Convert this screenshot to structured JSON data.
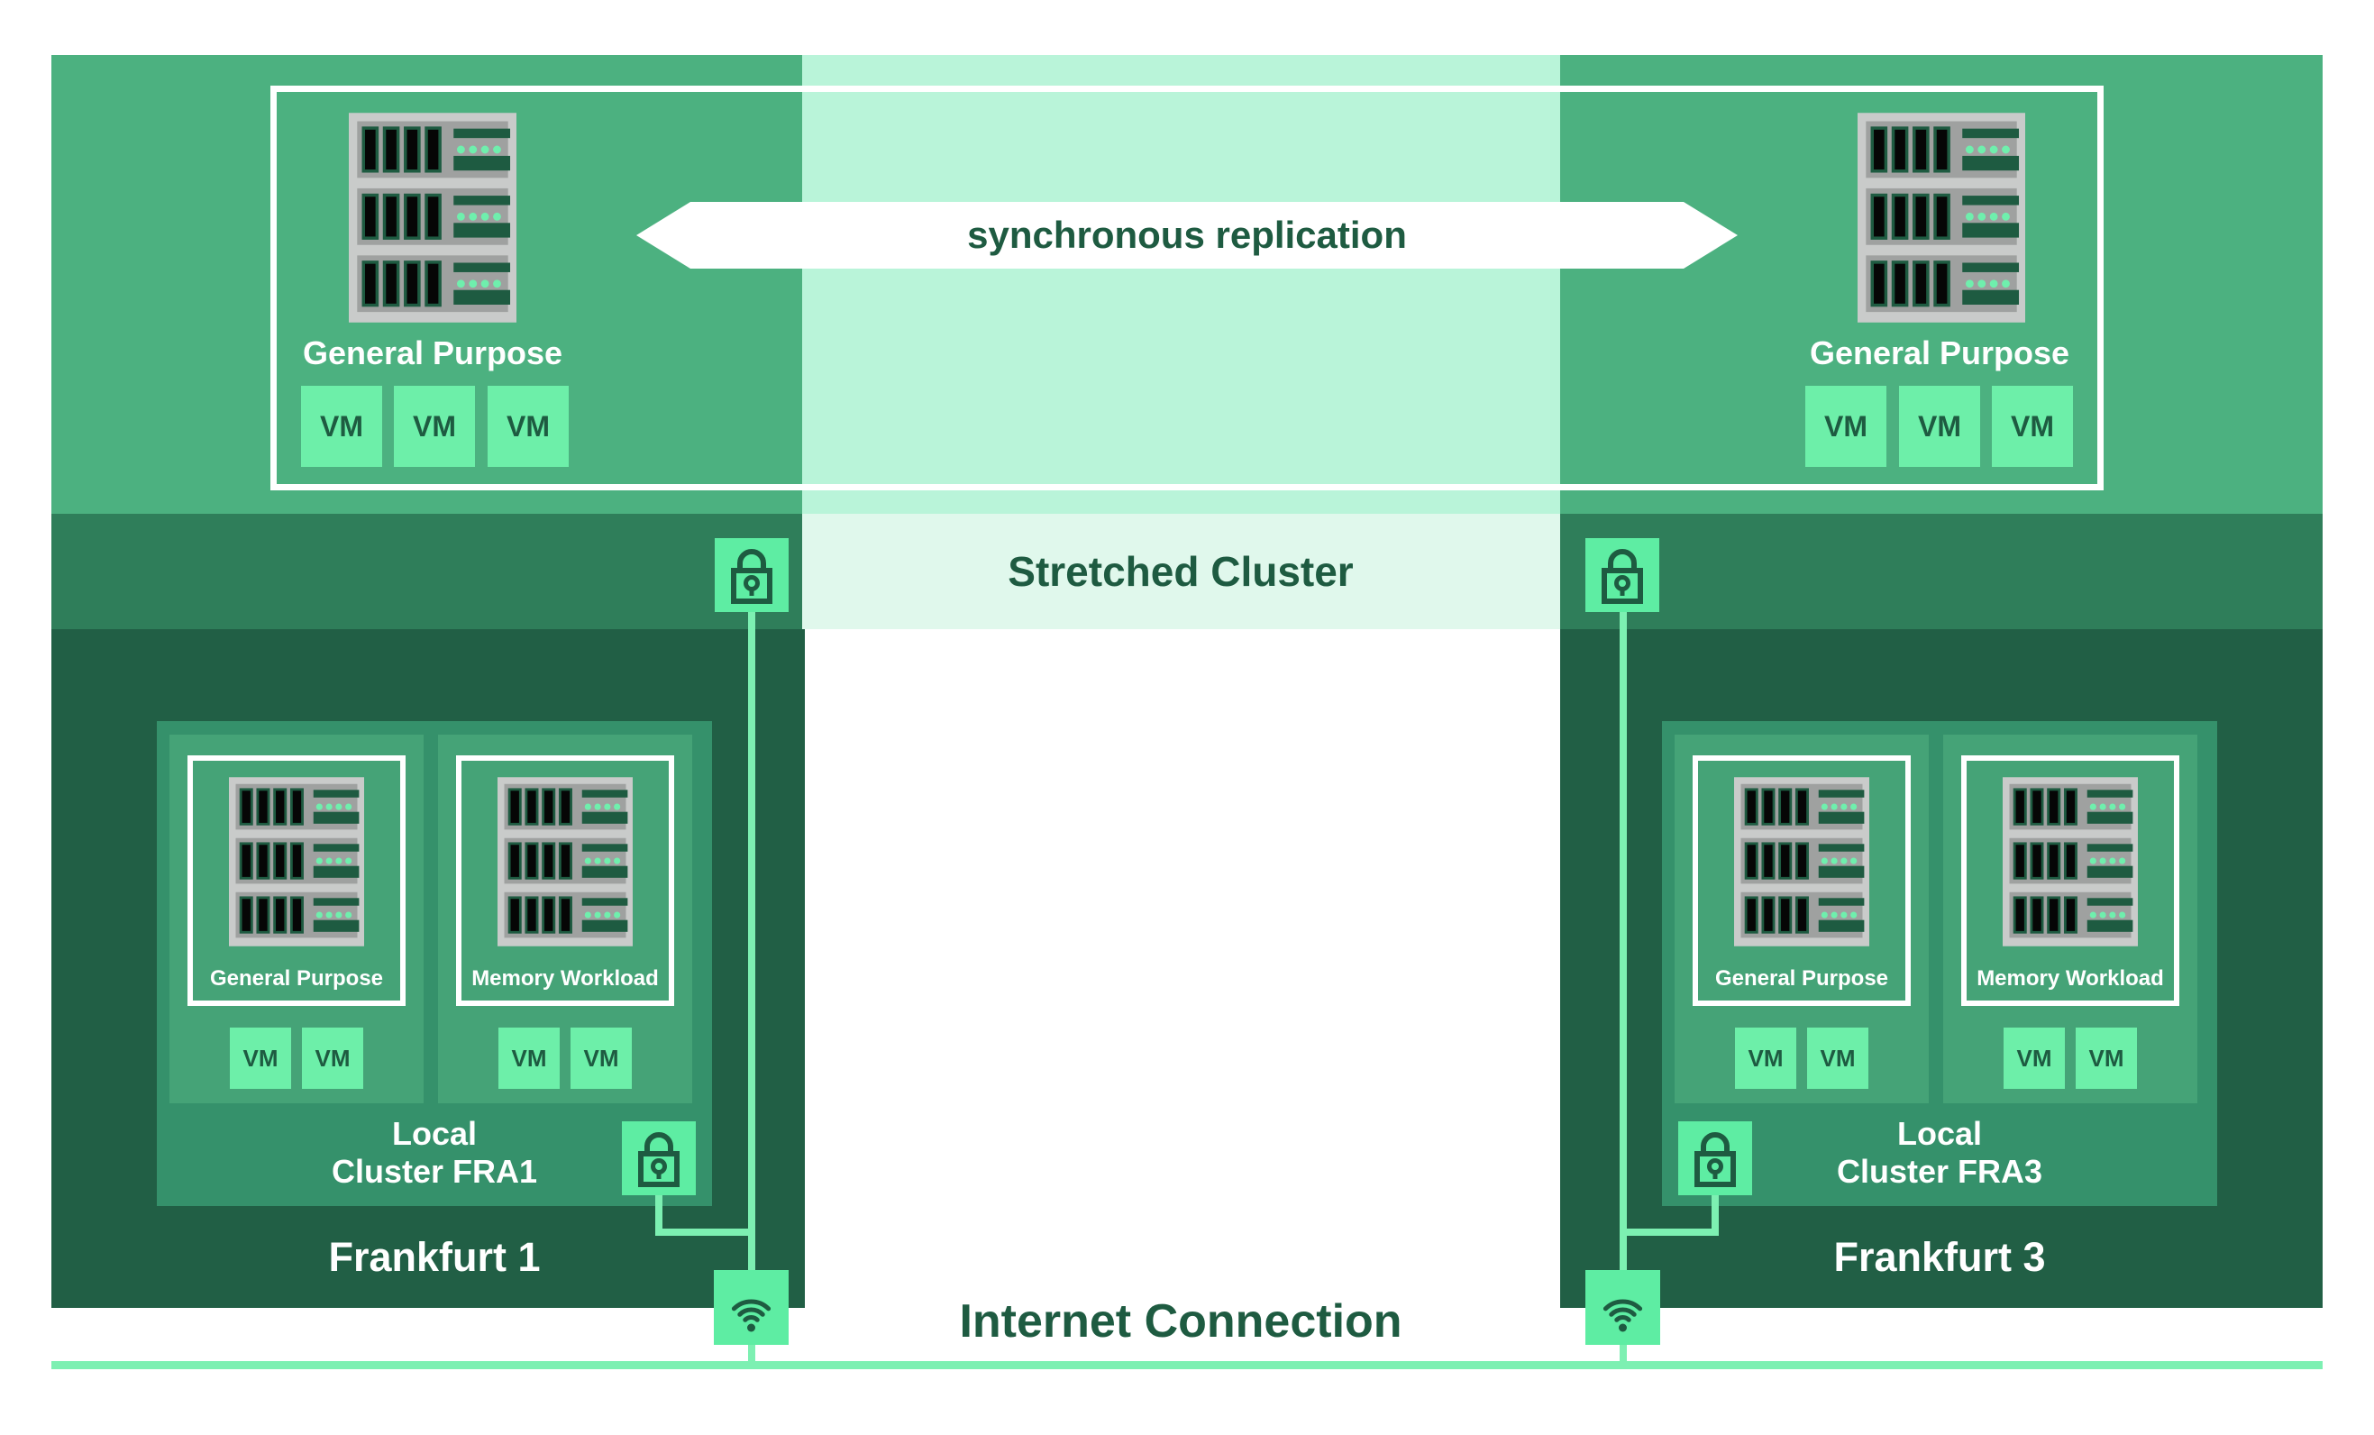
{
  "colors": {
    "band": "#4CB180",
    "stripe_top": "#B9F4D9",
    "stripe_mid": "#E0F8EC",
    "dark_band": "#2F7E5A",
    "site_box": "#215F45",
    "cluster_box": "#35916B",
    "panel": "#45A377",
    "vm": "#6DEFA9",
    "icon_square": "#5EEDA3",
    "line": "#7DF0B2",
    "ink": "#1E5B41",
    "rack_frame": "#C9CBCA",
    "rack_row": "#9FA1A0",
    "rack_dot": "#6FEFAD"
  },
  "stretched_cluster": {
    "label": "Stretched Cluster",
    "replication_label": "synchronous replication",
    "left_host": {
      "title": "General Purpose",
      "vms": [
        "VM",
        "VM",
        "VM"
      ]
    },
    "right_host": {
      "title": "General Purpose",
      "vms": [
        "VM",
        "VM",
        "VM"
      ]
    }
  },
  "sites": [
    {
      "name": "Frankfurt 1",
      "cluster_line1": "Local",
      "cluster_line2": "Cluster FRA1",
      "panels": [
        {
          "title": "General Purpose",
          "vms": [
            "VM",
            "VM"
          ]
        },
        {
          "title": "Memory Workload",
          "vms": [
            "VM",
            "VM"
          ]
        }
      ]
    },
    {
      "name": "Frankfurt 3",
      "cluster_line1": "Local",
      "cluster_line2": "Cluster FRA3",
      "panels": [
        {
          "title": "General Purpose",
          "vms": [
            "VM",
            "VM"
          ]
        },
        {
          "title": "Memory Workload",
          "vms": [
            "VM",
            "VM"
          ]
        }
      ]
    }
  ],
  "internet": {
    "label": "Internet Connection"
  },
  "icons": {
    "lock": "lock-icon",
    "wifi": "wifi-icon",
    "rack": "server-rack-icon"
  }
}
